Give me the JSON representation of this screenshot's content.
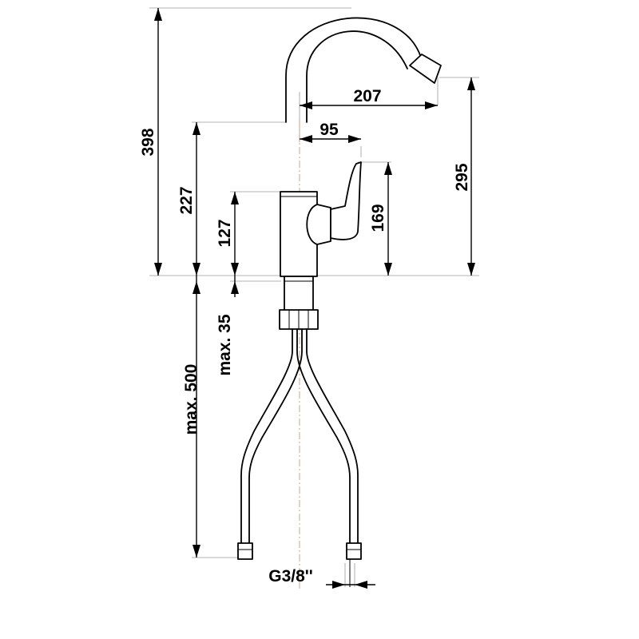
{
  "drawing": {
    "subject": "faucet-dimension-drawing",
    "colors": {
      "line": "#000000",
      "extension": "#9a9a9a",
      "centerline": "#c8a07a",
      "background": "#ffffff"
    },
    "dimensions": {
      "total_height": "398",
      "spout_reach": "207",
      "spout_height": "295",
      "body_to_spout": "227",
      "handle_reach": "95",
      "handle_height": "169",
      "body_height": "127",
      "max_thickness": "max. 35",
      "hose_length": "max. 500",
      "thread": "G3/8''"
    }
  }
}
